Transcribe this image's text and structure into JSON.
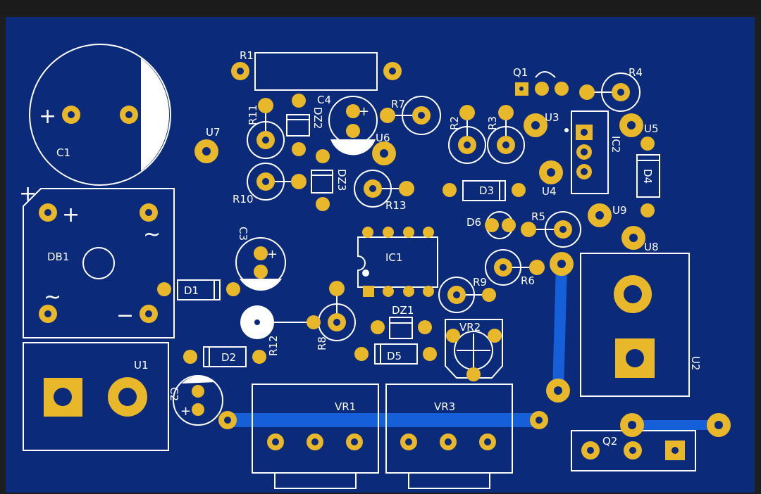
{
  "board": {
    "colors": {
      "substrate": "#0b2a7a",
      "copper_trace": "#1560d8",
      "pad": "#e8b82a",
      "drill": "#0b2a7a",
      "silkscreen": "#ffffff"
    }
  },
  "labels": {
    "R1": "R1",
    "C4": "C4",
    "R7": "R7",
    "R11": "R11",
    "DZ2": "DZ2",
    "Q1": "Q1",
    "R4": "R4",
    "C1": "C1",
    "U7": "U7",
    "U6": "U6",
    "R2": "R2",
    "R3": "R3",
    "U3": "U3",
    "IC2": "IC2",
    "U5": "U5",
    "R10": "R10",
    "DZ3": "DZ3",
    "R13": "R13",
    "D3": "D3",
    "U4": "U4",
    "D4": "D4",
    "DB1": "DB1",
    "C3": "C3",
    "IC1": "IC1",
    "D6": "D6",
    "R5": "R5",
    "U9": "U9",
    "U8": "U8",
    "R6": "R6",
    "D1": "D1",
    "R9": "R9",
    "DZ1": "DZ1",
    "R12": "R12",
    "R8": "R8",
    "VR2": "VR2",
    "U1": "U1",
    "D2": "D2",
    "D5": "D5",
    "U2": "U2",
    "C2": "C2",
    "VR1": "VR1",
    "VR3": "VR3",
    "Q2": "Q2"
  },
  "symbols": {
    "plus": "+",
    "minus": "−",
    "ac": "~"
  }
}
